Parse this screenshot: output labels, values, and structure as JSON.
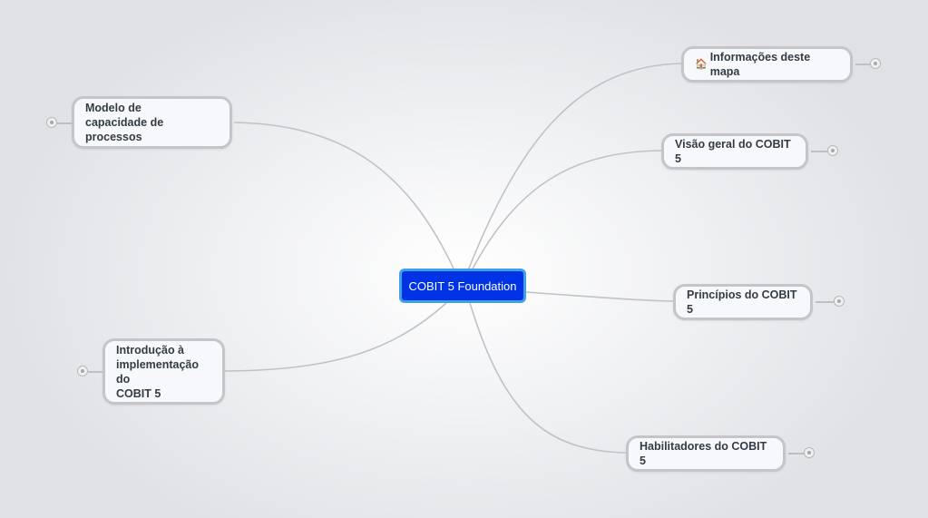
{
  "central": {
    "label": "COBIT 5 Foundation"
  },
  "topics": [
    {
      "id": "info",
      "label": "Informações deste mapa",
      "icon": "house-icon",
      "icon_glyph": "🏠"
    },
    {
      "id": "visao",
      "label": "Visão geral do COBIT 5"
    },
    {
      "id": "principios",
      "label": "Princípios do COBIT 5"
    },
    {
      "id": "habilitadores",
      "label": "Habilitadores do COBIT 5"
    },
    {
      "id": "modelo",
      "label": "Modelo de\ncapacidade de processos"
    },
    {
      "id": "introducao",
      "label": "Introdução à\nimplementação do\nCOBIT 5"
    }
  ],
  "colors": {
    "central_fill": "#0032e6",
    "central_border": "#3fa0e6",
    "topic_fill": "#f6f8fb",
    "topic_border": "#c3c5c8",
    "connector": "#c0c2c5"
  }
}
